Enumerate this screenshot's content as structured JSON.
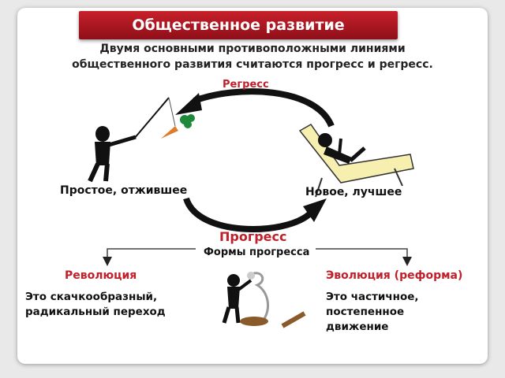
{
  "title": "Общественное развитие",
  "intro_line1": "Двумя основными противоположными линиями",
  "intro_line2": "общественного развития считаются прогресс и регресс.",
  "regress": "Регресс",
  "old_label": "Простое, отжившее",
  "new_label": "Новое, лучшее",
  "progress": "Прогресс",
  "forms_label": "Формы прогресса",
  "revolution": {
    "title": "Революция",
    "line1": "Это скачкообразный,",
    "line2": "радикальный переход"
  },
  "evolution": {
    "title": "Эволюция (реформа)",
    "line1": "Это частичное,",
    "line2": "постепенное",
    "line3": "движение"
  },
  "colors": {
    "accent": "#c0202a",
    "title_bg": "#a8161f"
  }
}
